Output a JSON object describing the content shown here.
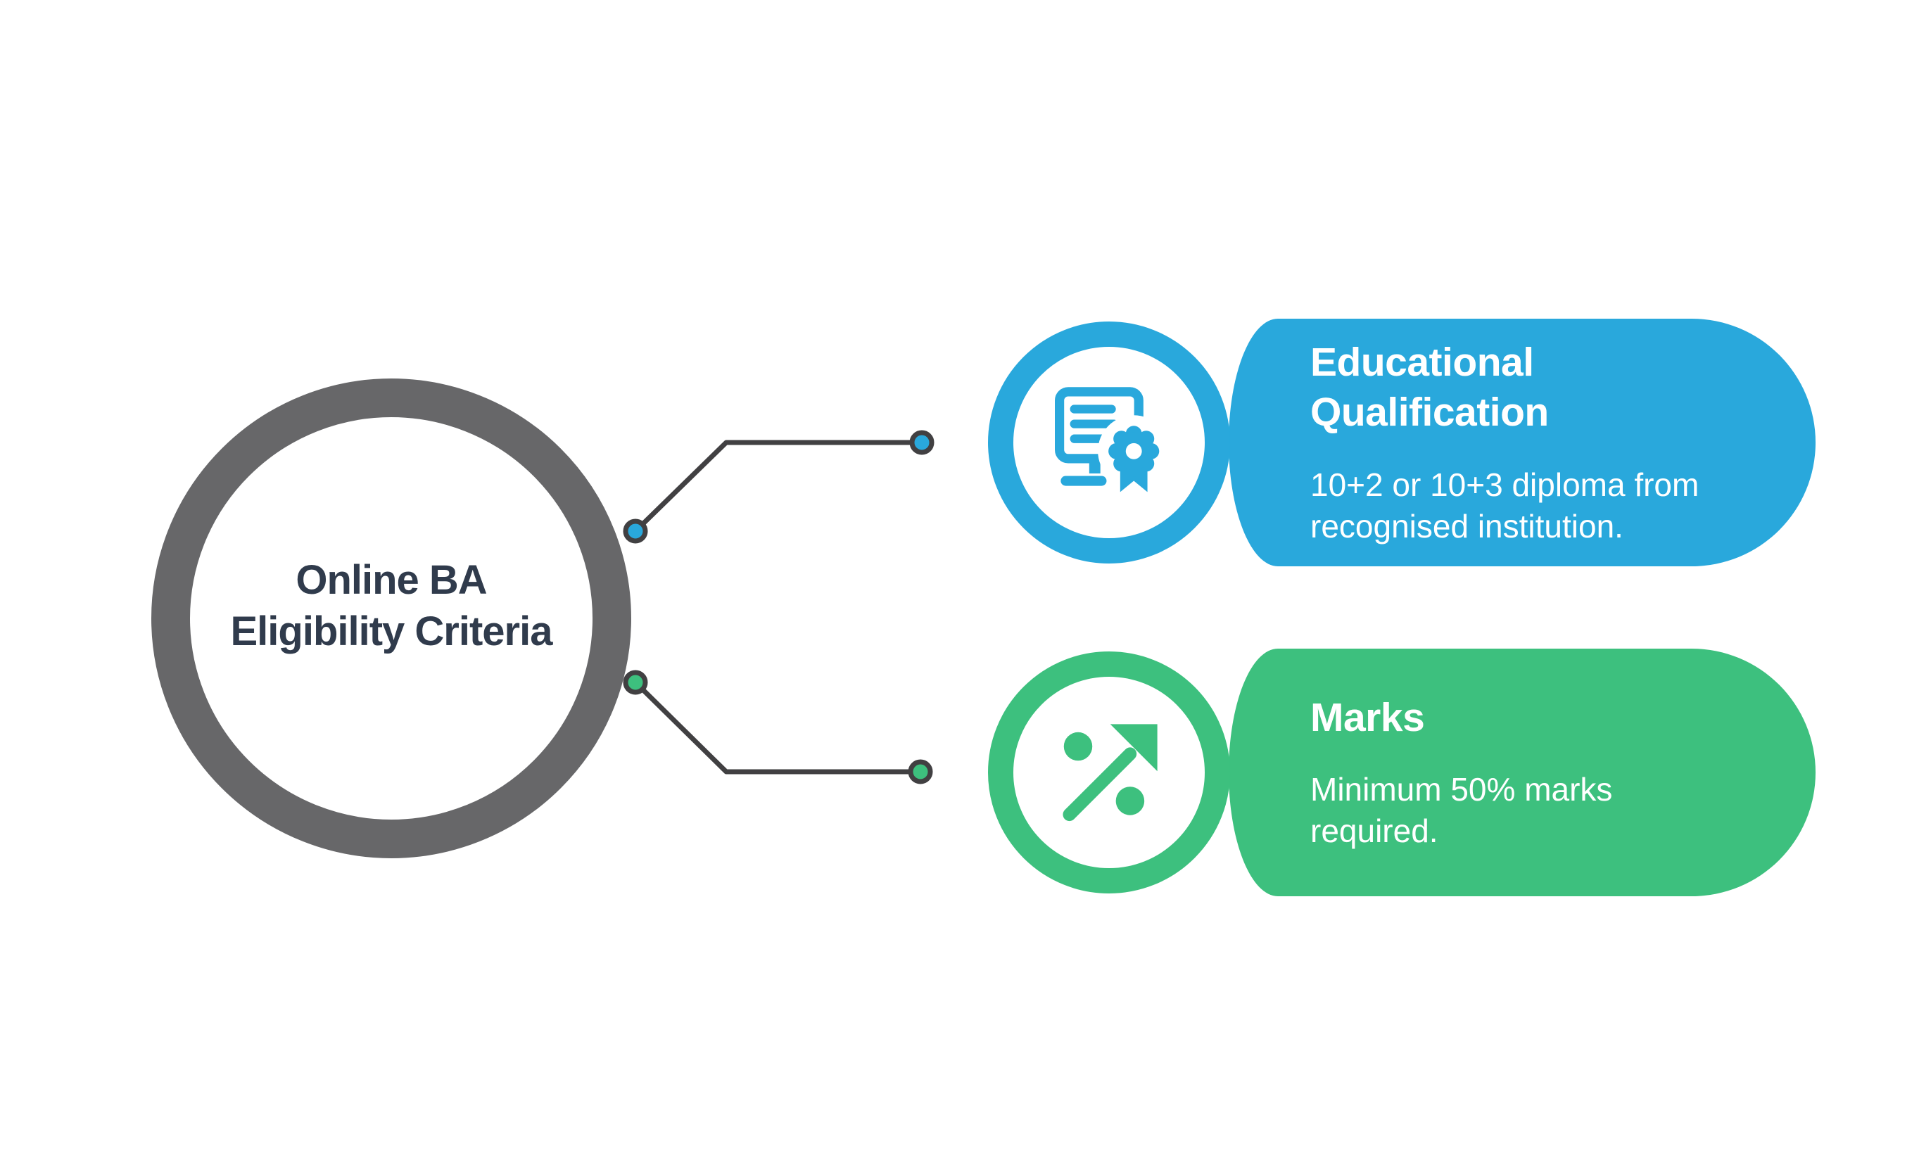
{
  "diagram": {
    "center": {
      "title_line1": "Online BA",
      "title_line2": "Eligibility Criteria"
    },
    "items": [
      {
        "title": "Educational Qualification",
        "description": "10+2 or 10+3 diploma from recognised institution.",
        "icon": "certificate-icon"
      },
      {
        "title": "Marks",
        "description": "Minimum 50% marks required.",
        "icon": "percent-growth-icon"
      }
    ]
  },
  "colors": {
    "blue": "#29a8dc",
    "green": "#3dc07e",
    "circle_ring": "#676769",
    "title_text": "#303b4c",
    "connector": "#414042",
    "card_text": "#ffffff",
    "background": "#ffffff"
  }
}
